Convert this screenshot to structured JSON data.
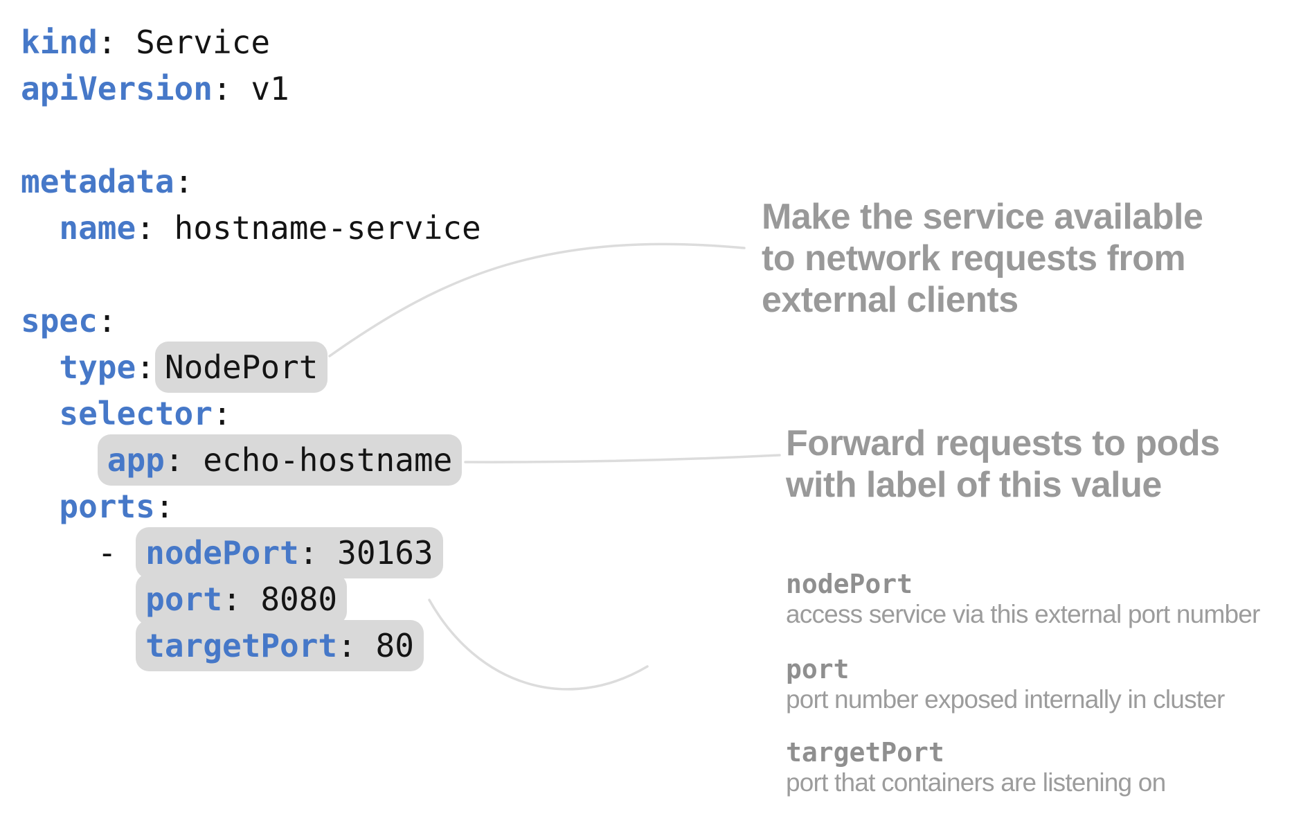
{
  "colors": {
    "key": "#4678C8",
    "code": "#141414",
    "pill": "#D9D9D9",
    "ann": "#999999",
    "term": "#8F8F8F",
    "desc": "#9C9C9C",
    "connector": "#DCDCDC"
  },
  "code": {
    "language": "yaml",
    "lines": [
      {
        "chunks": [
          {
            "pill": false,
            "parts": [
              {
                "s": "key",
                "t": "kind"
              },
              {
                "s": "plain",
                "t": ": Service"
              }
            ]
          }
        ]
      },
      {
        "chunks": [
          {
            "pill": false,
            "parts": [
              {
                "s": "key",
                "t": "apiVersion"
              },
              {
                "s": "plain",
                "t": ": v1"
              }
            ]
          }
        ]
      },
      {
        "chunks": []
      },
      {
        "chunks": [
          {
            "pill": false,
            "parts": [
              {
                "s": "key",
                "t": "metadata"
              },
              {
                "s": "plain",
                "t": ":"
              }
            ]
          }
        ]
      },
      {
        "chunks": [
          {
            "pill": false,
            "parts": [
              {
                "s": "plain",
                "t": "  "
              },
              {
                "s": "key",
                "t": "name"
              },
              {
                "s": "plain",
                "t": ": hostname-service"
              }
            ]
          }
        ]
      },
      {
        "chunks": []
      },
      {
        "chunks": [
          {
            "pill": false,
            "parts": [
              {
                "s": "key",
                "t": "spec"
              },
              {
                "s": "plain",
                "t": ":"
              }
            ]
          }
        ]
      },
      {
        "chunks": [
          {
            "pill": false,
            "parts": [
              {
                "s": "plain",
                "t": "  "
              },
              {
                "s": "key",
                "t": "type"
              },
              {
                "s": "plain",
                "t": ":"
              }
            ]
          },
          {
            "pill": true,
            "parts": [
              {
                "s": "plain",
                "t": "NodePort"
              }
            ]
          }
        ]
      },
      {
        "chunks": [
          {
            "pill": false,
            "parts": [
              {
                "s": "plain",
                "t": "  "
              },
              {
                "s": "key",
                "t": "selector"
              },
              {
                "s": "plain",
                "t": ":"
              }
            ]
          }
        ]
      },
      {
        "chunks": [
          {
            "pill": false,
            "parts": [
              {
                "s": "plain",
                "t": "    "
              }
            ]
          },
          {
            "pill": true,
            "parts": [
              {
                "s": "key",
                "t": "app"
              },
              {
                "s": "plain",
                "t": ": echo-hostname"
              }
            ]
          }
        ]
      },
      {
        "chunks": [
          {
            "pill": false,
            "parts": [
              {
                "s": "plain",
                "t": "  "
              },
              {
                "s": "key",
                "t": "ports"
              },
              {
                "s": "plain",
                "t": ":"
              }
            ]
          }
        ]
      },
      {
        "chunks": [
          {
            "pill": false,
            "parts": [
              {
                "s": "plain",
                "t": "    - "
              }
            ]
          },
          {
            "pill": true,
            "parts": [
              {
                "s": "key",
                "t": "nodePort"
              },
              {
                "s": "plain",
                "t": ": 30163"
              }
            ]
          }
        ]
      },
      {
        "chunks": [
          {
            "pill": false,
            "parts": [
              {
                "s": "plain",
                "t": "      "
              }
            ]
          },
          {
            "pill": true,
            "parts": [
              {
                "s": "key",
                "t": "port"
              },
              {
                "s": "plain",
                "t": ": 8080"
              }
            ]
          }
        ]
      },
      {
        "chunks": [
          {
            "pill": false,
            "parts": [
              {
                "s": "plain",
                "t": "      "
              }
            ]
          },
          {
            "pill": true,
            "parts": [
              {
                "s": "key",
                "t": "targetPort"
              },
              {
                "s": "plain",
                "t": ": 80"
              }
            ]
          }
        ]
      }
    ]
  },
  "annotations": {
    "nodeport_note": {
      "lines": [
        "Make the service available",
        "to network requests from",
        "external clients"
      ]
    },
    "selector_note": {
      "lines": [
        "Forward requests to pods",
        "with label of this value"
      ]
    },
    "glossary": [
      {
        "term": "nodePort",
        "desc": "access service via this external port number"
      },
      {
        "term": "port",
        "desc": "port number exposed internally in cluster"
      },
      {
        "term": "targetPort",
        "desc": "port that containers are listening on"
      }
    ]
  }
}
